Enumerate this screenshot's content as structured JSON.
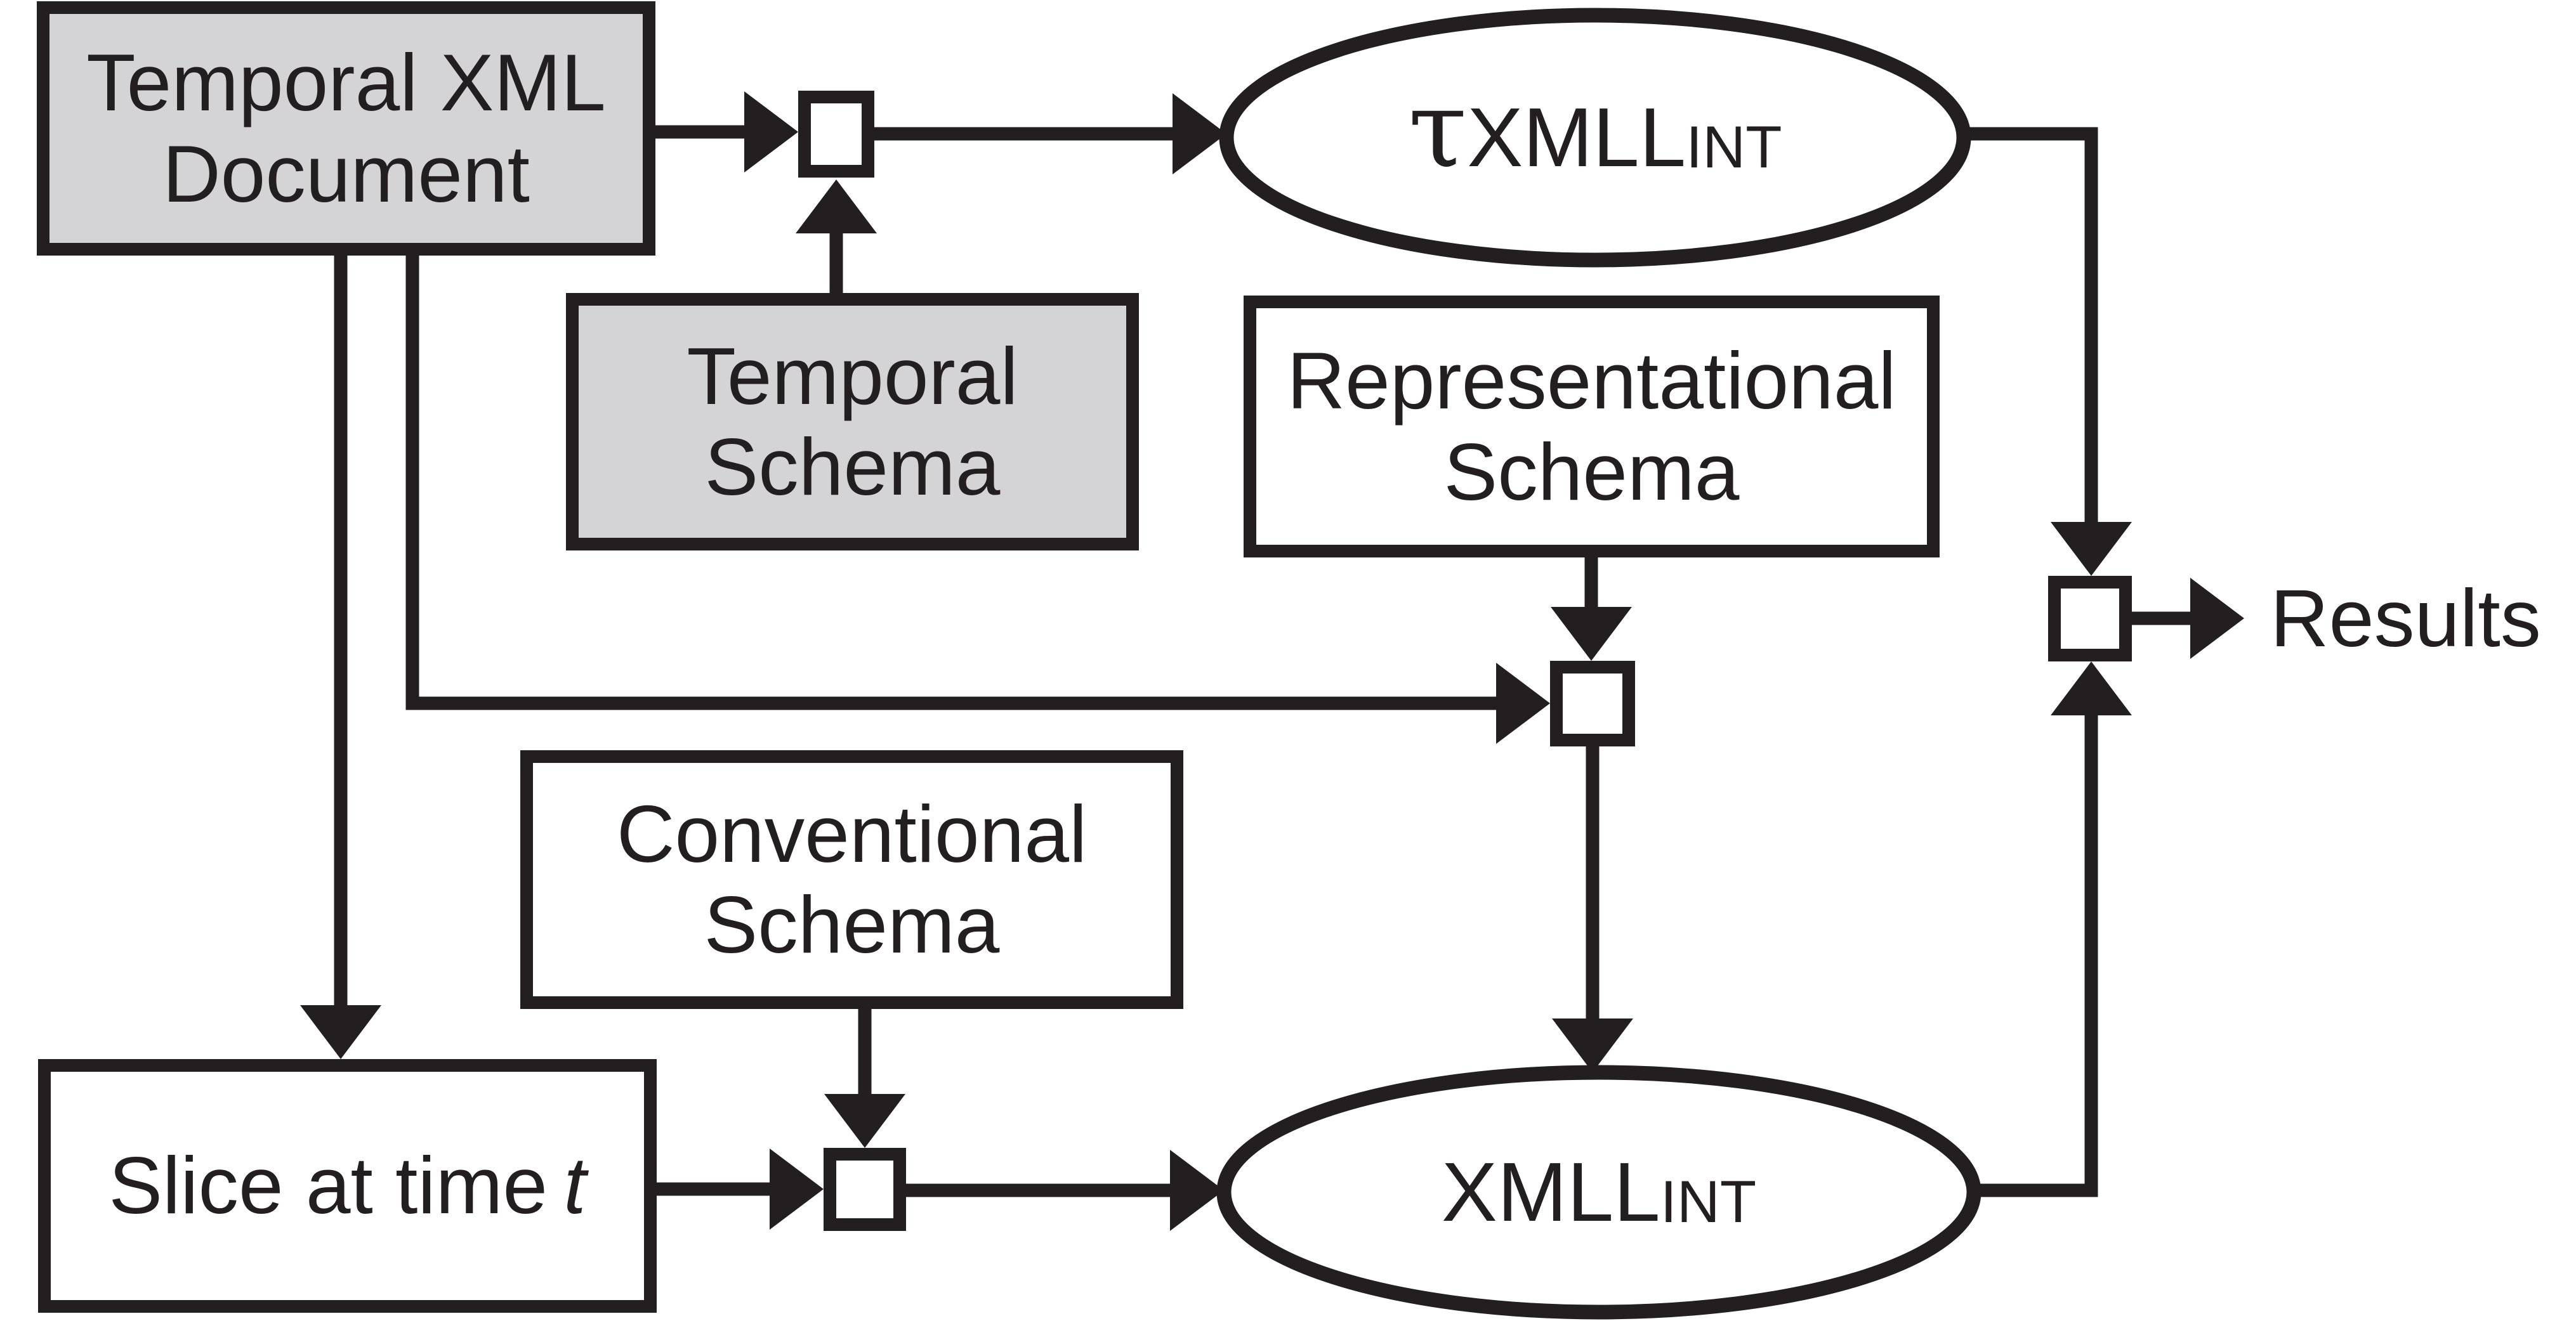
{
  "figure": {
    "kind": "dataflow-diagram",
    "description_not_rendered": ""
  },
  "colors": {
    "ink": "#231f20",
    "node-gray": "#d4d4d6",
    "node-white": "#ffffff",
    "page-bg": "#ffffff"
  },
  "nodes": {
    "temporal_xml_document": {
      "line1": "Temporal XML",
      "line2": "Document"
    },
    "temporal_schema": {
      "line1": "Temporal",
      "line2": "Schema"
    },
    "representational_schema": {
      "line1": "Representational",
      "line2": "Schema"
    },
    "conventional_schema": {
      "line1": "Conventional",
      "line2": "Schema"
    },
    "slice_at_time_t": {
      "prefix": "Slice at time",
      "italic_suffix": "t"
    },
    "tau_xmll_int": {
      "main": "τXMLL",
      "sub": "INT"
    },
    "xmll_int": {
      "main": "XMLL",
      "sub": "INT"
    },
    "results": {
      "label": "Results"
    }
  }
}
